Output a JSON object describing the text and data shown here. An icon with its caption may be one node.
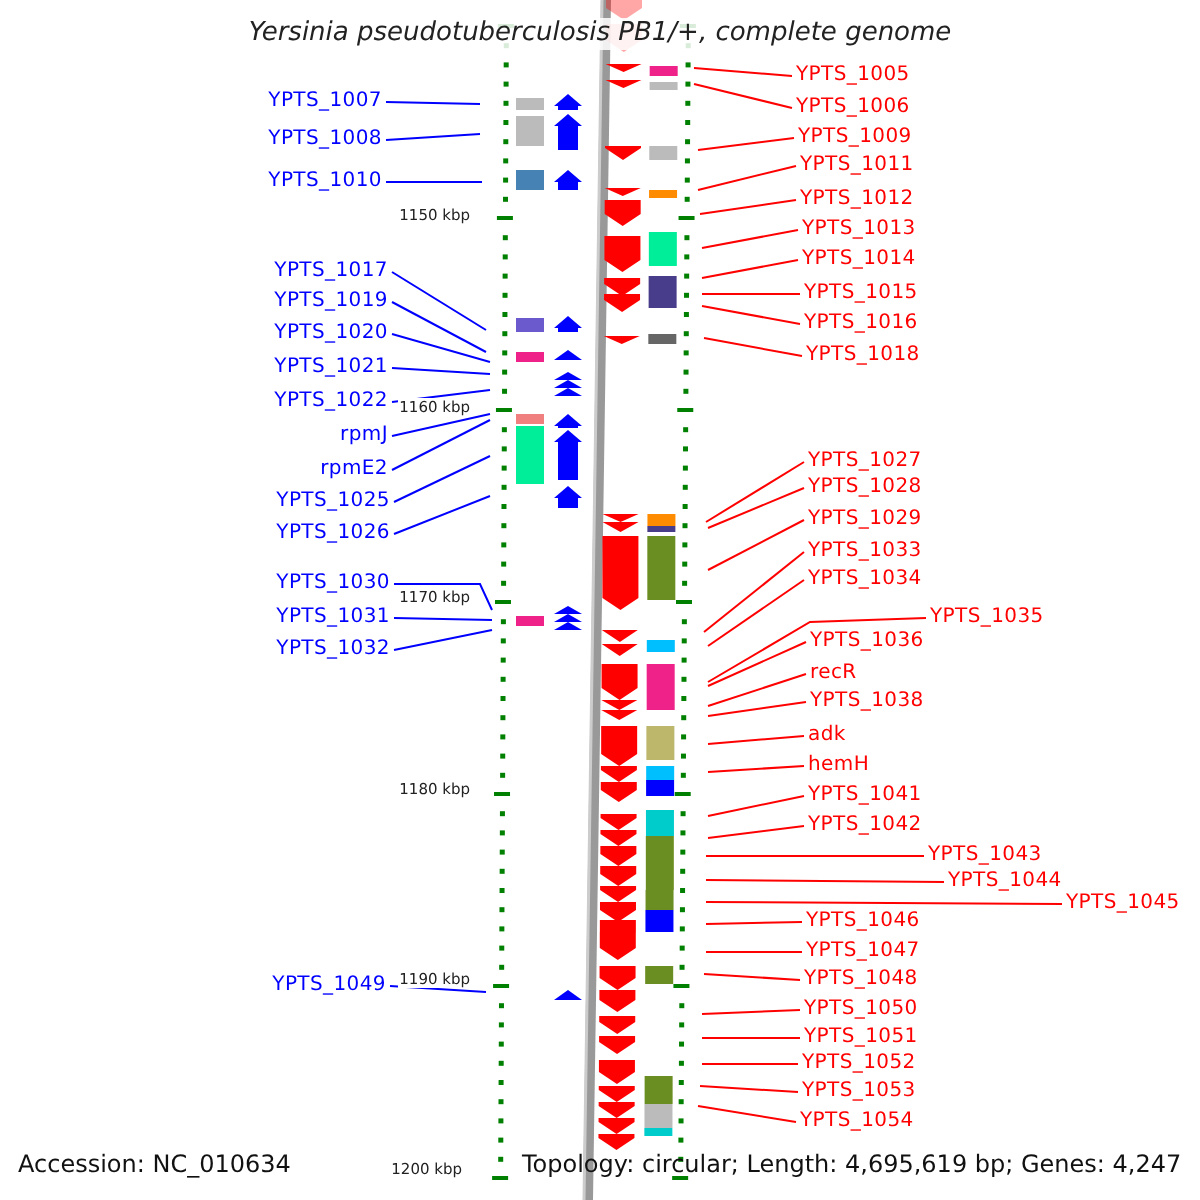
{
  "diagram": {
    "title": "Yersinia pseudotuberculosis PB1/+, complete genome",
    "nodes": [
      {
        "text": [
          "YPTS_1007"
        ]
      },
      {
        "text": [
          "YPTS_1008"
        ]
      },
      {
        "text": [
          "YPTS_1010"
        ]
      },
      {
        "text": [
          "YPTS_1017"
        ]
      },
      {
        "text": [
          "YPTS_1019"
        ]
      },
      {
        "text": [
          "YPTS_1020"
        ]
      },
      {
        "text": [
          "YPTS_1021"
        ]
      },
      {
        "text": [
          "YPTS_1022"
        ]
      },
      {
        "text": [
          "rpmJ"
        ]
      },
      {
        "text": [
          "rpmE2"
        ]
      },
      {
        "text": [
          "YPTS_1025"
        ]
      },
      {
        "text": [
          "YPTS_1026"
        ]
      },
      {
        "text": [
          "YPTS_1030"
        ]
      },
      {
        "text": [
          "YPTS_1031"
        ]
      },
      {
        "text": [
          "YPTS_1032"
        ]
      },
      {
        "text": [
          "YPTS_1049"
        ]
      },
      {
        "text": [
          "YPTS_1005"
        ]
      },
      {
        "text": [
          "YPTS_1006"
        ]
      },
      {
        "text": [
          "YPTS_1009"
        ]
      },
      {
        "text": [
          "YPTS_1011"
        ]
      },
      {
        "text": [
          "YPTS_1012"
        ]
      },
      {
        "text": [
          "YPTS_1013"
        ]
      },
      {
        "text": [
          "YPTS_1014"
        ]
      },
      {
        "text": [
          "YPTS_1015"
        ]
      },
      {
        "text": [
          "YPTS_1016"
        ]
      },
      {
        "text": [
          "YPTS_1018"
        ]
      },
      {
        "text": [
          "YPTS_1027"
        ]
      },
      {
        "text": [
          "YPTS_1028"
        ]
      },
      {
        "text": [
          "YPTS_1029"
        ]
      },
      {
        "text": [
          "YPTS_1033"
        ]
      },
      {
        "text": [
          "YPTS_1034"
        ]
      },
      {
        "text": [
          "YPTS_1035"
        ]
      },
      {
        "text": [
          "YPTS_1036"
        ]
      },
      {
        "text": [
          "recR"
        ]
      },
      {
        "text": [
          "YPTS_1038"
        ]
      },
      {
        "text": [
          "adk"
        ]
      },
      {
        "text": [
          "hemH"
        ]
      },
      {
        "text": [
          "YPTS_1041"
        ]
      },
      {
        "text": [
          "YPTS_1042"
        ]
      },
      {
        "text": [
          "YPTS_1043"
        ]
      },
      {
        "text": [
          "YPTS_1044"
        ]
      },
      {
        "text": [
          "YPTS_1045"
        ]
      },
      {
        "text": [
          "YPTS_1046"
        ]
      },
      {
        "text": [
          "YPTS_1047"
        ]
      },
      {
        "text": [
          "YPTS_1048"
        ]
      },
      {
        "text": [
          "YPTS_1050"
        ]
      },
      {
        "text": [
          "YPTS_1051"
        ]
      },
      {
        "text": [
          "YPTS_1052"
        ]
      },
      {
        "text": [
          "YPTS_1053"
        ]
      },
      {
        "text": [
          "YPTS_1054"
        ]
      }
    ],
    "edges": [
      {
        "from": 0,
        "to": null,
        "arrow": "none",
        "color": "#0000ff"
      },
      {
        "from": 1,
        "to": null,
        "arrow": "none",
        "color": "#0000ff"
      },
      {
        "from": 2,
        "to": null,
        "arrow": "none",
        "color": "#0000ff"
      },
      {
        "from": 3,
        "to": null,
        "arrow": "none",
        "color": "#0000ff"
      },
      {
        "from": 4,
        "to": null,
        "arrow": "none",
        "color": "#0000ff"
      },
      {
        "from": 5,
        "to": null,
        "arrow": "none",
        "color": "#0000ff"
      },
      {
        "from": 6,
        "to": null,
        "arrow": "none",
        "color": "#0000ff"
      },
      {
        "from": 7,
        "to": null,
        "arrow": "none",
        "color": "#0000ff"
      },
      {
        "from": 8,
        "to": null,
        "arrow": "none",
        "color": "#0000ff"
      },
      {
        "from": 9,
        "to": null,
        "arrow": "none",
        "color": "#0000ff"
      },
      {
        "from": 10,
        "to": null,
        "arrow": "none",
        "color": "#0000ff"
      },
      {
        "from": 11,
        "to": null,
        "arrow": "none",
        "color": "#0000ff"
      },
      {
        "from": 12,
        "to": null,
        "arrow": "none",
        "color": "#0000ff"
      },
      {
        "from": 13,
        "to": null,
        "arrow": "none",
        "color": "#0000ff"
      },
      {
        "from": 14,
        "to": null,
        "arrow": "none",
        "color": "#0000ff"
      },
      {
        "from": 15,
        "to": null,
        "arrow": "none",
        "color": "#0000ff"
      },
      {
        "from": 16,
        "to": null,
        "arrow": "none"
      },
      {
        "from": 17,
        "to": null,
        "arrow": "none"
      },
      {
        "from": 18,
        "to": null,
        "arrow": "none"
      },
      {
        "from": 19,
        "to": null,
        "arrow": "none"
      },
      {
        "from": 20,
        "to": null,
        "arrow": "none"
      },
      {
        "from": 21,
        "to": null,
        "arrow": "none"
      },
      {
        "from": 22,
        "to": null,
        "arrow": "none"
      },
      {
        "from": 23,
        "to": null,
        "arrow": "none"
      },
      {
        "from": 24,
        "to": null,
        "arrow": "none"
      },
      {
        "from": 25,
        "to": null,
        "arrow": "none"
      },
      {
        "from": 26,
        "to": null,
        "arrow": "none"
      },
      {
        "from": 27,
        "to": null,
        "arrow": "none"
      },
      {
        "from": 28,
        "to": null,
        "arrow": "none"
      },
      {
        "from": 29,
        "to": null,
        "arrow": "none"
      },
      {
        "from": 30,
        "to": null,
        "arrow": "none"
      },
      {
        "from": 31,
        "to": null,
        "arrow": "none"
      },
      {
        "from": 32,
        "to": null,
        "arrow": "none"
      },
      {
        "from": 33,
        "to": null,
        "arrow": "none"
      },
      {
        "from": 34,
        "to": null,
        "arrow": "none"
      },
      {
        "from": 35,
        "to": null,
        "arrow": "none"
      },
      {
        "from": 36,
        "to": null,
        "arrow": "none"
      },
      {
        "from": 37,
        "to": null,
        "arrow": "none"
      },
      {
        "from": 38,
        "to": null,
        "arrow": "none"
      },
      {
        "from": 39,
        "to": null,
        "arrow": "none"
      },
      {
        "from": 40,
        "to": null,
        "arrow": "none"
      },
      {
        "from": 41,
        "to": null,
        "arrow": "none"
      },
      {
        "from": 42,
        "to": null,
        "arrow": "none"
      },
      {
        "from": 43,
        "to": null,
        "arrow": "none"
      },
      {
        "from": 44,
        "to": null,
        "arrow": "none"
      },
      {
        "from": 45,
        "to": null,
        "arrow": "none"
      },
      {
        "from": 46,
        "to": null,
        "arrow": "none"
      },
      {
        "from": 47,
        "to": null,
        "arrow": "none"
      },
      {
        "from": 48,
        "to": null,
        "arrow": "none"
      },
      {
        "from": 49,
        "to": null,
        "arrow": "none"
      }
    ],
    "labels": [
      "1150 kbp",
      "1160 kbp",
      "1170 kbp",
      "1180 kbp",
      "1190 kbp",
      "Accession: NC_010634",
      "1200 kbp",
      "Topology: circular; Length: 4,695,619 bp; Genes: 4,247"
    ]
  }
}
